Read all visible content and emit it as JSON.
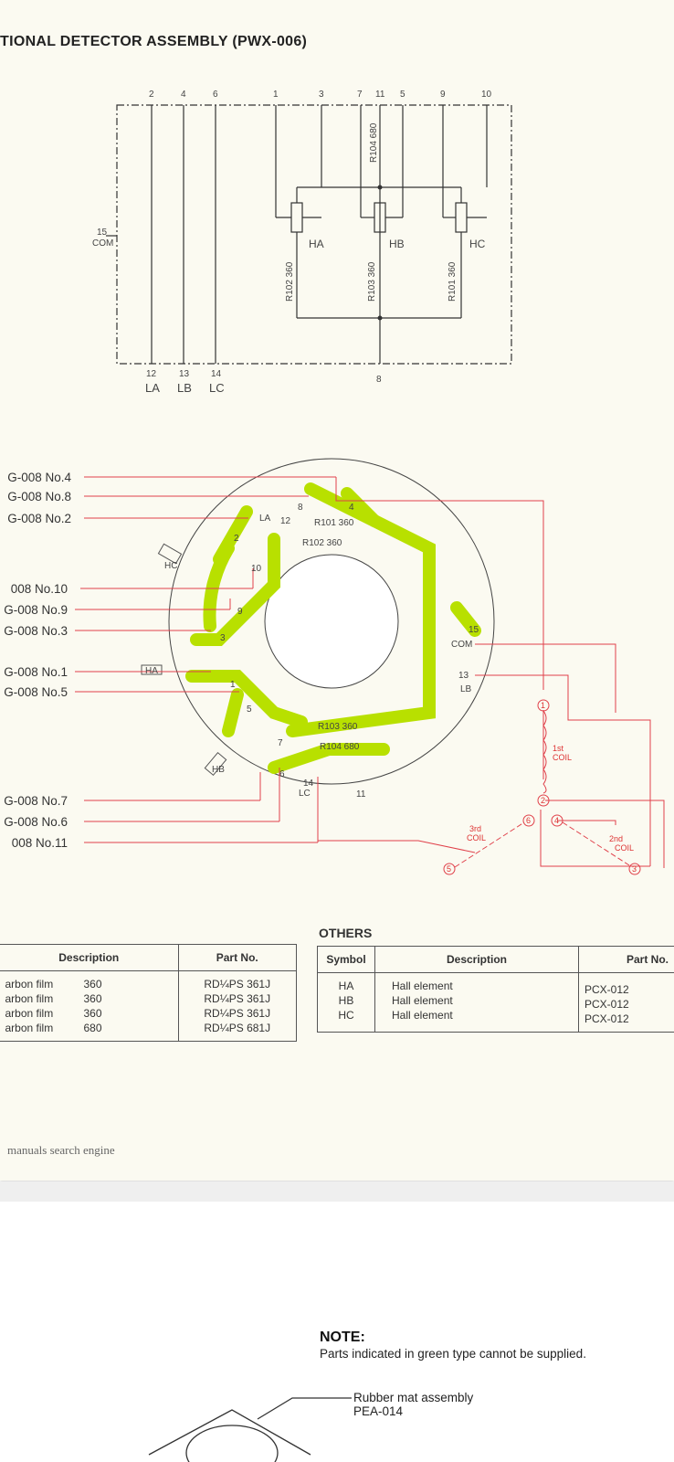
{
  "header": {
    "title": "TIONAL DETECTOR ASSEMBLY (PWX-006)"
  },
  "schematic": {
    "top_pins": [
      "2",
      "4",
      "6",
      "1",
      "3",
      "7",
      "11",
      "5",
      "9",
      "10"
    ],
    "bottom_pins": [
      "12",
      "13",
      "14",
      "8"
    ],
    "bottom_labels": [
      "LA",
      "LB",
      "LC"
    ],
    "com_pin": "15",
    "com_label": "COM",
    "halls": [
      "HA",
      "HB",
      "HC"
    ],
    "resistors": [
      "R102 360",
      "R103 360",
      "R101 360",
      "R104 680"
    ]
  },
  "pcb": {
    "left_labels": [
      "G-008 No.4",
      "G-008 No.8",
      "G-008 No.2",
      "008 No.10",
      "G-008 No.9",
      "G-008 No.3",
      "G-008 No.1",
      "G-008 No.5",
      "G-008 No.7",
      "G-008 No.6",
      "008 No.11"
    ],
    "pads": [
      "8",
      "4",
      "LA",
      "12",
      "2",
      "10",
      "9",
      "3",
      "1",
      "5",
      "7",
      "6",
      "14",
      "LC",
      "11",
      "15",
      "COM",
      "13",
      "LB"
    ],
    "resistors": [
      "R101 360",
      "R102 360",
      "R103 360",
      "R104 680"
    ],
    "hall_tags": [
      "HC",
      "HA",
      "HB"
    ],
    "coils": [
      "1st",
      "COIL",
      "2nd",
      "COIL",
      "3rd",
      "COIL"
    ],
    "coil_nodes": [
      "1",
      "2",
      "3",
      "4",
      "5",
      "6"
    ]
  },
  "resistor_table": {
    "headers": [
      "Description",
      "Part No."
    ],
    "rows": [
      [
        "arbon film",
        "360",
        "RD¼PS 361J"
      ],
      [
        "arbon film",
        "360",
        "RD¼PS 361J"
      ],
      [
        "arbon film",
        "360",
        "RD¼PS 361J"
      ],
      [
        "arbon film",
        "680",
        "RD¼PS 681J"
      ]
    ]
  },
  "others": {
    "title": "OTHERS",
    "headers": [
      "Symbol",
      "Description",
      "Part No."
    ],
    "rows": [
      [
        "HA",
        "Hall element",
        "PCX-012"
      ],
      [
        "HB",
        "Hall element",
        "PCX-012"
      ],
      [
        "HC",
        "Hall element",
        "PCX-012"
      ]
    ]
  },
  "footer": "manuals search engine",
  "note": {
    "title": "NOTE:",
    "text": "Parts indicated in green type cannot be supplied."
  },
  "mat": {
    "name": "Rubber mat assembly",
    "part": "PEA-014"
  },
  "colors": {
    "trace": "#b8e000",
    "wire": "#e0404a"
  }
}
